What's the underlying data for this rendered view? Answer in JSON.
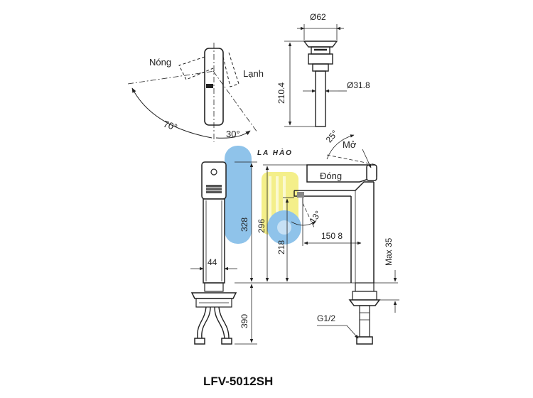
{
  "labels": {
    "hot": "Nóng",
    "cold": "Lạnh",
    "open": "Mở",
    "close": "Đóng",
    "thread": "G1/2"
  },
  "angles": {
    "hot_swing": "70°",
    "cold_swing": "30°",
    "lever_tilt": "25°",
    "spout_tilt": "13°"
  },
  "dimensions": {
    "drain_top_diameter": "Ø62",
    "drain_pipe_diameter": "Ø31.8",
    "drain_height": "210.4",
    "body_width": "44",
    "total_height": "328",
    "lever_height": "296",
    "spout_height": "218",
    "spout_reach": "150 8",
    "deck_thickness": "Max 35",
    "hose_length": "390"
  },
  "watermark": {
    "text": "LA HÀO",
    "colors": {
      "blue": "#8fc3ea",
      "yellow": "#f4ef8a"
    }
  },
  "model": "LFV-5012SH"
}
